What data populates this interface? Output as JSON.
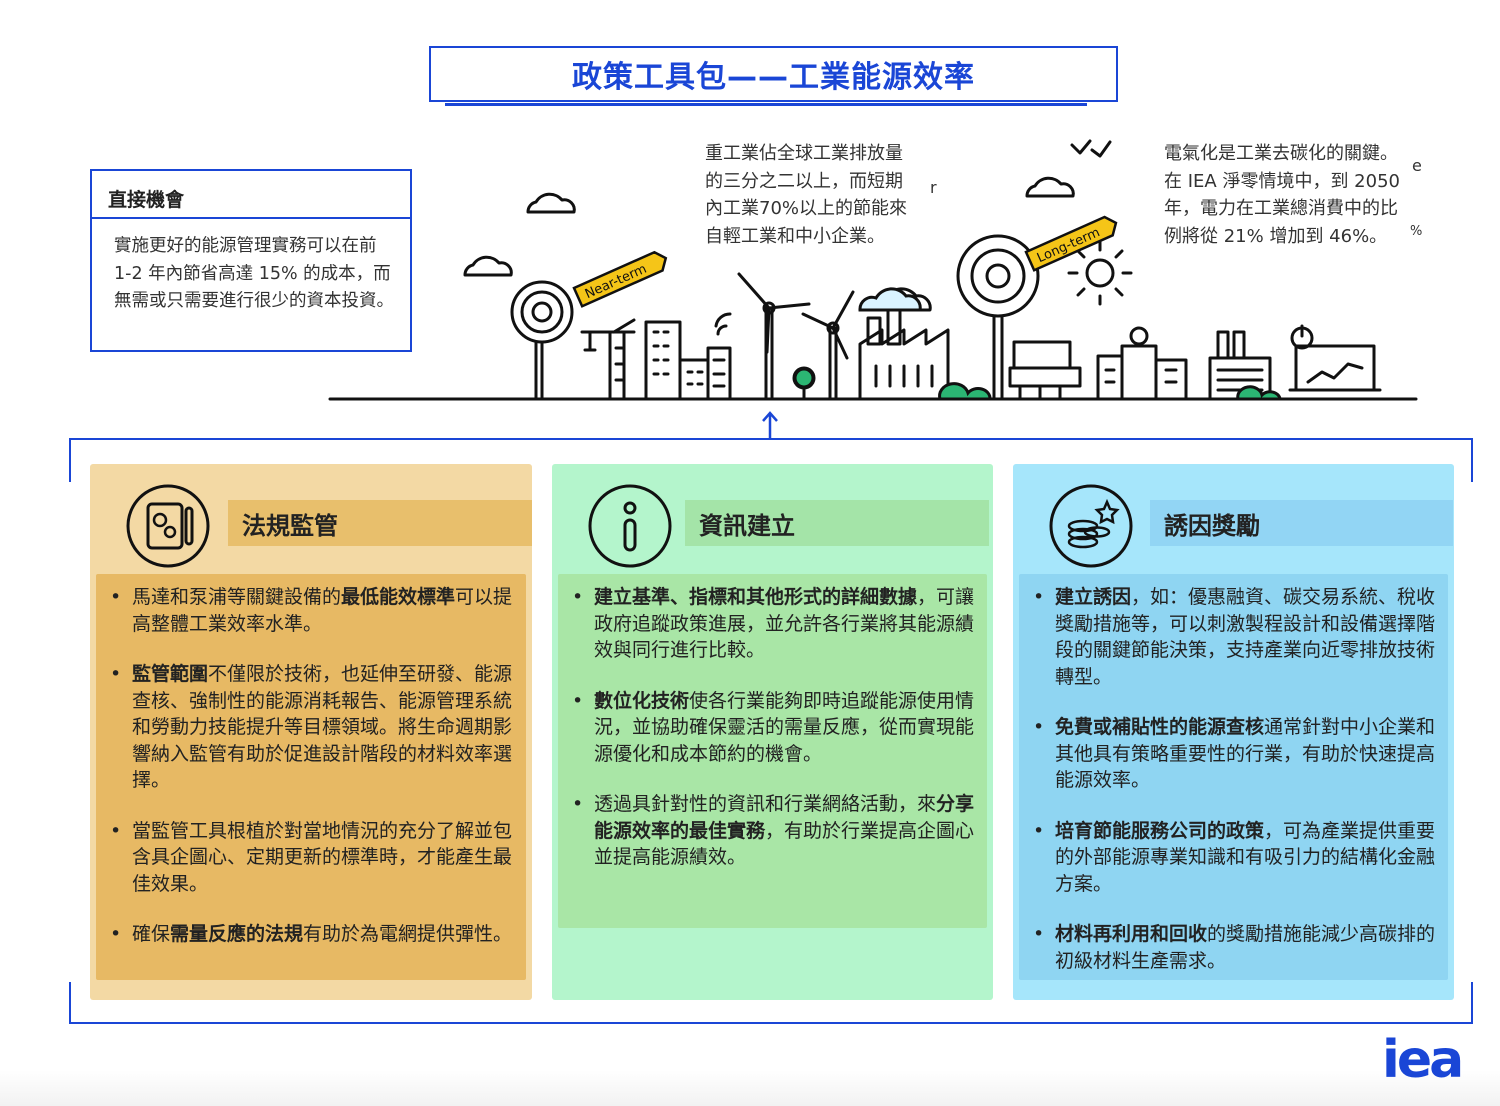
{
  "title": "政策工具包——工業能源效率",
  "opportunity": {
    "heading": "直接機會",
    "body": "實施更好的能源管理實務可以在前 1-2 年內節省高達 15% 的成本，而無需或只需要進行很少的資本投資。"
  },
  "illustration": {
    "near_term_label": "Near-term",
    "long_term_label": "Long-term",
    "heavy_industry_text": "重工業佔全球工業排放量的三分之二以上，而短期內工業70%以上的節能來自輕工業和中小企業。",
    "electrification_text": "電氣化是工業去碳化的關鍵。在 IEA 淨零情境中，到 2050 年，電力在工業總消費中的比例將從 21% 增加到 46%。",
    "stray_r": "r",
    "stray_e": "e",
    "stray_pct": "%"
  },
  "panels": {
    "regulation": {
      "heading": "法規監管",
      "bullets": [
        {
          "pre": "馬達和泵浦等關鍵設備的",
          "bold": "最低能效標準",
          "post": "可以提高整體工業效率水準。"
        },
        {
          "pre": "",
          "bold": "監管範圍",
          "post": "不僅限於技術，也延伸至研發、能源查核、強制性的能源消耗報告、能源管理系統和勞動力技能提升等目標領域。將生命週期影響納入監管有助於促進設計階段的材料效率選擇。"
        },
        {
          "pre": "當監管工具根植於對當地情況的充分了解並包含具企圖心、定期更新的標準時，才能產生最佳效果。",
          "bold": "",
          "post": ""
        },
        {
          "pre": "確保",
          "bold": "需量反應的法規",
          "post": "有助於為電網提供彈性。"
        }
      ]
    },
    "information": {
      "heading": "資訊建立",
      "bullets": [
        {
          "pre": "",
          "bold": "建立基準、指標和其他形式的詳細數據",
          "post": "，可讓政府追蹤政策進展，並允許各行業將其能源績效與同行進行比較。"
        },
        {
          "pre": "",
          "bold": "數位化技術",
          "post": "使各行業能夠即時追蹤能源使用情況，並協助確保靈活的需量反應，從而實現能源優化和成本節約的機會。"
        },
        {
          "pre": "透過具針對性的資訊和行業網絡活動，來",
          "bold": "分享能源效率的最佳實務",
          "post": "，有助於行業提高企圖心並提高能源績效。"
        }
      ]
    },
    "incentives": {
      "heading": "誘因獎勵",
      "bullets": [
        {
          "pre": "",
          "bold": "建立誘因",
          "post": "，如：優惠融資、碳交易系統、稅收獎勵措施等，可以刺激製程設計和設備選擇階段的關鍵節能決策，支持產業向近零排放技術轉型。"
        },
        {
          "pre": "",
          "bold": "免費或補貼性的能源查核",
          "post": "通常針對中小企業和其他具有策略重要性的行業，有助於快速提高能源效率。"
        },
        {
          "pre": "",
          "bold": "培育節能服務公司的政策",
          "post": "，可為產業提供重要的外部能源專業知識和有吸引力的結構化金融方案。"
        },
        {
          "pre": "",
          "bold": "材料再利用和回收",
          "post": "的獎勵措施能減少高碳排的初級材料生產需求。"
        }
      ]
    }
  },
  "logo": "iea"
}
